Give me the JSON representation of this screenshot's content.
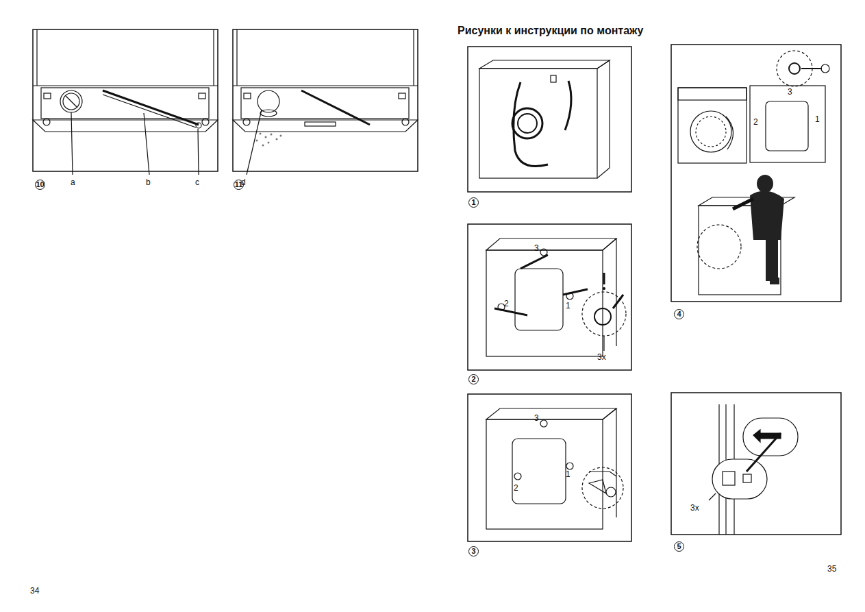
{
  "diagram": {
    "title": "Рисунки к инструкции по монтажу",
    "labels": [
      "a",
      "b",
      "c",
      "d",
      "10",
      "11",
      "1",
      "3",
      "2",
      "1",
      "3x",
      "2",
      "3",
      "2",
      "1",
      "3",
      "3",
      "2",
      "1",
      "4",
      "3x",
      "5",
      "34",
      "35"
    ]
  }
}
